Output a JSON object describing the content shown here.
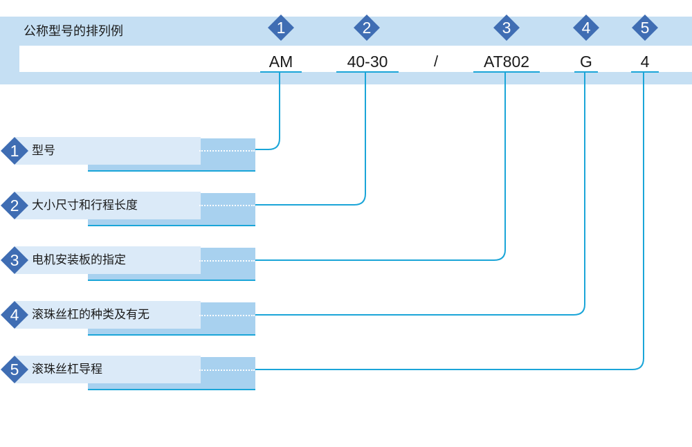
{
  "header": {
    "title": "公称型号的排列例"
  },
  "codes": [
    {
      "badge": "1",
      "text": "AM"
    },
    {
      "badge": "2",
      "text": "40-30"
    },
    {
      "badge": "3",
      "text": "AT802"
    },
    {
      "badge": "4",
      "text": "G"
    },
    {
      "badge": "5",
      "text": "4"
    }
  ],
  "separator": "/",
  "legend": [
    {
      "badge": "1",
      "label": "型号"
    },
    {
      "badge": "2",
      "label": "大小尺寸和行程长度"
    },
    {
      "badge": "3",
      "label": "电机安装板的指定"
    },
    {
      "badge": "4",
      "label": "滚珠丝杠的种类及有无"
    },
    {
      "badge": "5",
      "label": "滚珠丝杠导程"
    }
  ],
  "colors": {
    "badge": "#3f6db3",
    "line": "#1aa5d8",
    "band": "#c5dff3",
    "row_light": "#dbeaf8",
    "row_dark": "#a8d1ef"
  }
}
